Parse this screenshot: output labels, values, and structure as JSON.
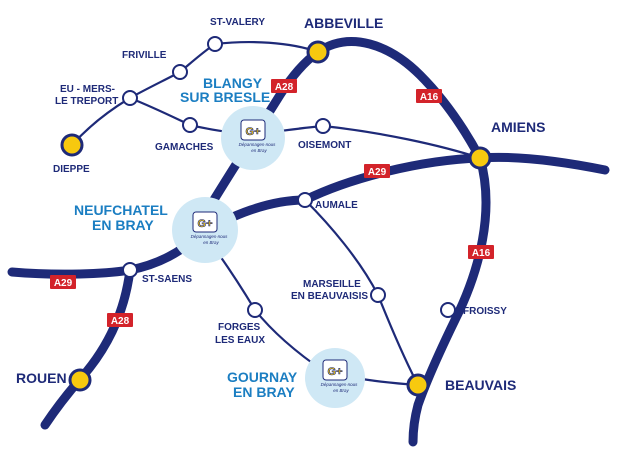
{
  "colors": {
    "road": "#1e2a78",
    "city_marker": "#f7c90f",
    "hub_halo": "#cfe8f5",
    "hub_label": "#1b7ec2",
    "route_shield": "#d3232a"
  },
  "routes": {
    "a28_north": "A28",
    "a16_north": "A16",
    "a29_east": "A29",
    "a16_south": "A16",
    "a29_west": "A29",
    "a28_south": "A28"
  },
  "towns": {
    "st_valery": "ST-VALERY",
    "friville": "FRIVILLE",
    "eu_line1": "EU - MERS-",
    "eu_line2": "LE TREPORT",
    "dieppe": "DIEPPE",
    "gamaches": "GAMACHES",
    "oisemont": "OISEMONT",
    "aumale": "AUMALE",
    "st_saens": "ST-SAENS",
    "marseille_line1": "MARSEILLE",
    "marseille_line2": "EN BEAUVAISIS",
    "forges_line1": "FORGES",
    "forges_line2": "LES EAUX",
    "froissy": "FROISSY"
  },
  "cities": {
    "abbeville": "ABBEVILLE",
    "amiens": "AMIENS",
    "rouen": "ROUEN",
    "beauvais": "BEAUVAIS"
  },
  "hubs": {
    "blangy_line1": "BLANGY",
    "blangy_line2": "SUR BRESLE",
    "neufchatel_line1": "NEUFCHATEL",
    "neufchatel_line2": "EN BRAY",
    "gournay_line1": "GOURNAY",
    "gournay_line2": "EN BRAY"
  },
  "logo": {
    "mark": "G+",
    "tagline_line1": "Dépannages-nous",
    "tagline_line2": "en Bray"
  }
}
